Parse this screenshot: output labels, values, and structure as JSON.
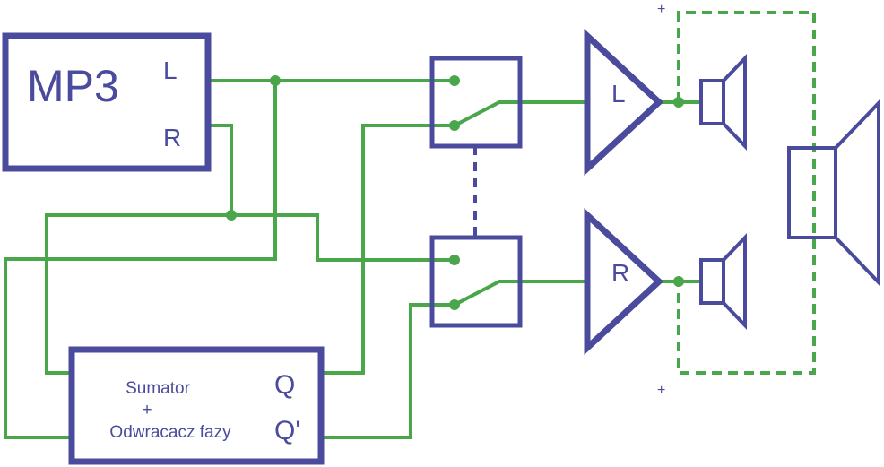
{
  "labels": {
    "mp3": "MP3",
    "mp3_left": "L",
    "mp3_right": "R",
    "amp_left": "L",
    "amp_right": "R",
    "summer_line1": "Sumator",
    "summer_line2": "+",
    "summer_line3": "Odwracacz fazy",
    "out_q": "Q",
    "out_q_prime": "Q'",
    "plus_top": "+",
    "plus_bottom": "+"
  },
  "colors": {
    "block": "#4b4b9e",
    "wire": "#4aa64a",
    "background": "#ffffff"
  }
}
